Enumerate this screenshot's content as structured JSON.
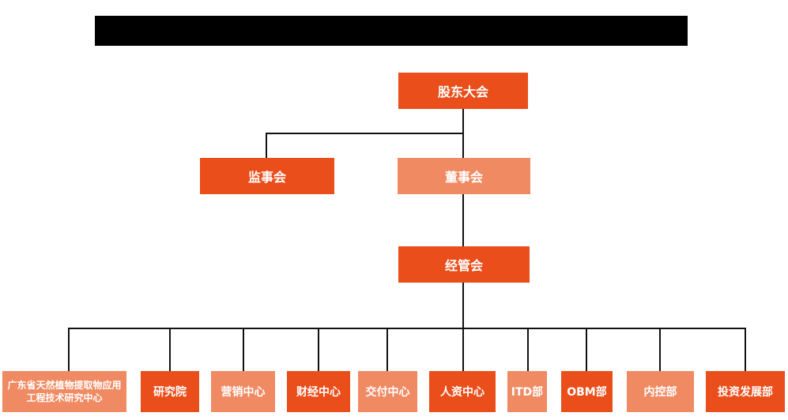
{
  "title_bar": {
    "redacted": true,
    "color": "#000000"
  },
  "colors": {
    "node_dark": "#E94E1B",
    "node_light": "#F08A63",
    "connector": "#111111",
    "text": "#ffffff",
    "background": "#ffffff"
  },
  "org_chart": {
    "type": "org-chart",
    "nodes": {
      "shareholders": {
        "label": "股东大会",
        "variant": "dark"
      },
      "supervisors": {
        "label": "监事会",
        "variant": "dark"
      },
      "directors": {
        "label": "董事会",
        "variant": "light"
      },
      "management": {
        "label": "经管会",
        "variant": "dark"
      },
      "research_center": {
        "label": "广东省天然植物提取物应用工程技术研究中心",
        "variant": "light"
      },
      "research_institute": {
        "label": "研究院",
        "variant": "dark"
      },
      "marketing_center": {
        "label": "营销中心",
        "variant": "light"
      },
      "finance_center": {
        "label": "财经中心",
        "variant": "dark"
      },
      "delivery_center": {
        "label": "交付中心",
        "variant": "light"
      },
      "hr_center": {
        "label": "人资中心",
        "variant": "dark"
      },
      "itd_dept": {
        "label": "ITD部",
        "variant": "light"
      },
      "obm_dept": {
        "label": "OBM部",
        "variant": "dark"
      },
      "internal_control": {
        "label": "内控部",
        "variant": "light"
      },
      "investment_dev": {
        "label": "投资发展部",
        "variant": "dark"
      }
    },
    "edges": [
      [
        "股东大会",
        "监事会"
      ],
      [
        "股东大会",
        "董事会"
      ],
      [
        "董事会",
        "经管会"
      ],
      [
        "经管会",
        "广东省天然植物提取物应用工程技术研究中心"
      ],
      [
        "经管会",
        "研究院"
      ],
      [
        "经管会",
        "营销中心"
      ],
      [
        "经管会",
        "财经中心"
      ],
      [
        "经管会",
        "交付中心"
      ],
      [
        "经管会",
        "人资中心"
      ],
      [
        "经管会",
        "ITD部"
      ],
      [
        "经管会",
        "OBM部"
      ],
      [
        "经管会",
        "内控部"
      ],
      [
        "经管会",
        "投资发展部"
      ]
    ]
  }
}
